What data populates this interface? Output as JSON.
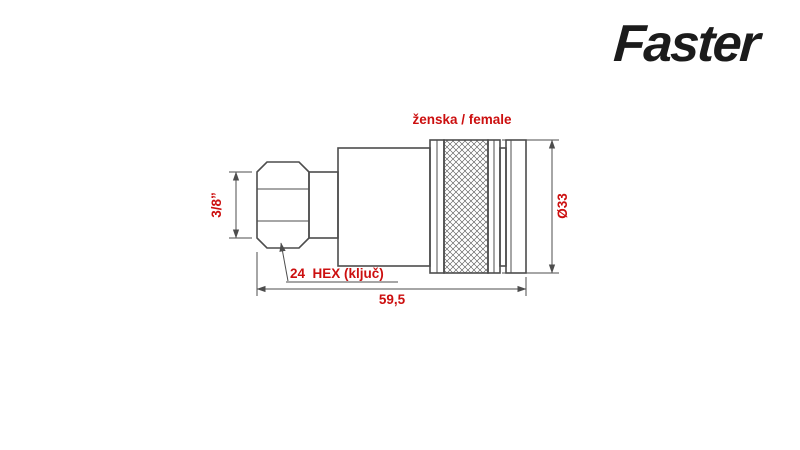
{
  "logo": {
    "text": "Faster"
  },
  "labels": {
    "gender": "ženska / female",
    "thread_size": "3/8”",
    "hex_size": "24  HEX (ključ)",
    "overall_length": "59,5",
    "diameter": "Ø33"
  },
  "colors": {
    "label": "#cc0f0f",
    "line": "#4d4d4d",
    "logo": "#1b1b1b",
    "background": "#ffffff"
  }
}
